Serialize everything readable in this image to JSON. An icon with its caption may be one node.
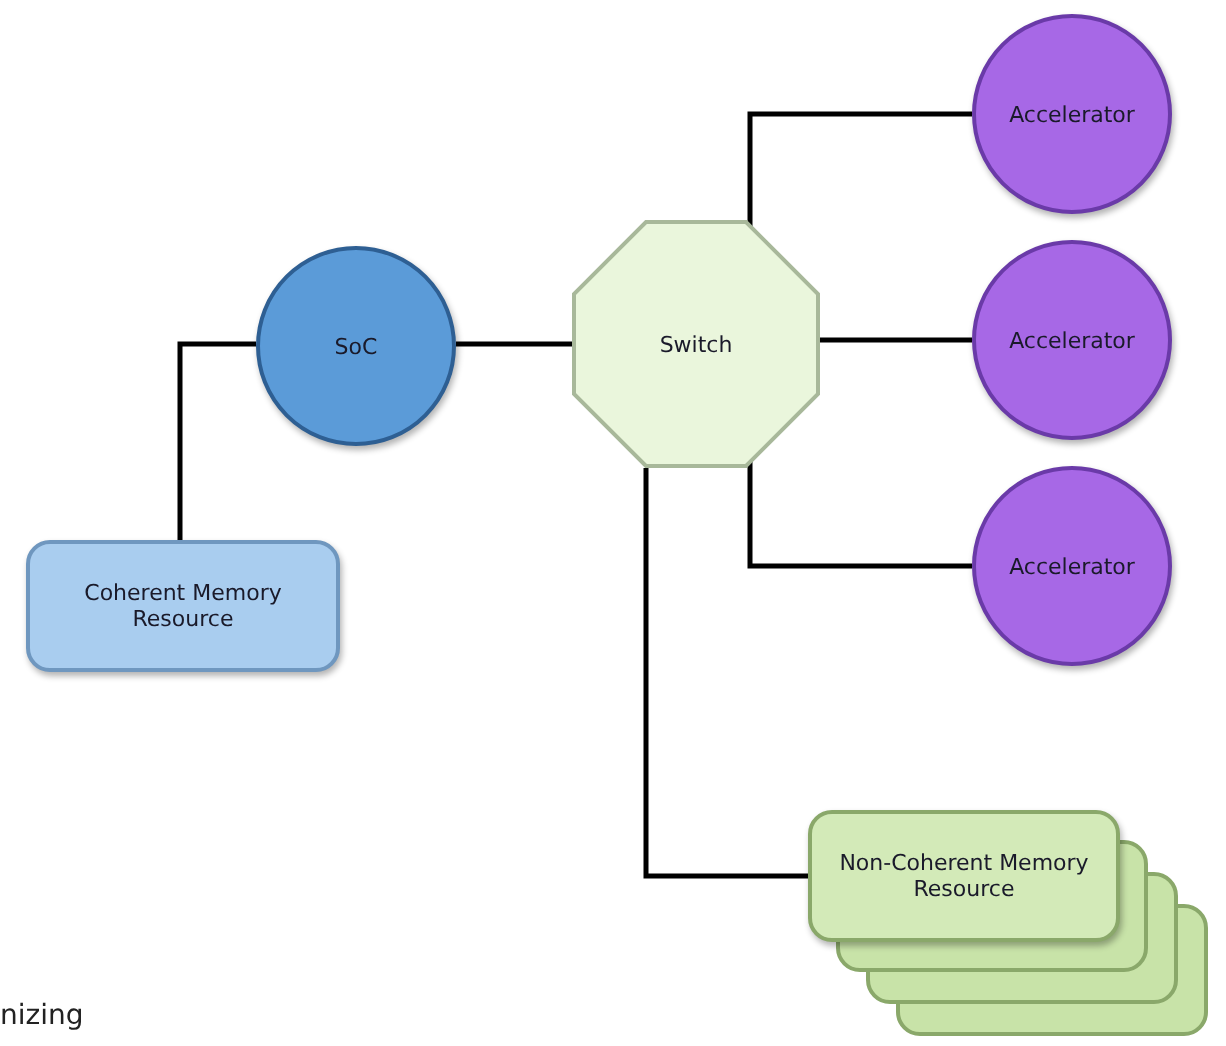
{
  "diagram": {
    "nodes": [
      {
        "text": [
          "Accelerator"
        ]
      },
      {
        "text": [
          "SoC"
        ]
      },
      {
        "text": [
          "Switch"
        ]
      },
      {
        "text": [
          "Accelerator"
        ]
      },
      {
        "text": [
          "Accelerator"
        ]
      },
      {
        "text": [
          "Coherent Memory Resource"
        ]
      },
      {
        "text": [
          "Non-Coherent Memory Resource"
        ]
      }
    ],
    "edges": [
      {
        "from": 1,
        "to": 2,
        "arrow": "none"
      },
      {
        "from": 1,
        "to": 5,
        "arrow": "none"
      },
      {
        "from": 2,
        "to": 0,
        "arrow": "none"
      },
      {
        "from": 2,
        "to": 3,
        "arrow": "none"
      },
      {
        "from": 2,
        "to": 4,
        "arrow": "none"
      },
      {
        "from": 2,
        "to": 6,
        "arrow": "none"
      }
    ],
    "labels": [
      "nizing"
    ]
  }
}
